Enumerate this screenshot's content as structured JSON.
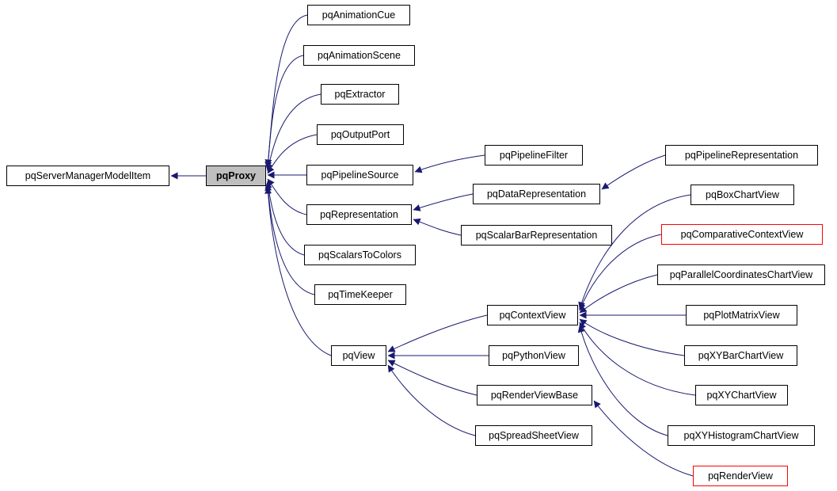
{
  "diagram": {
    "type": "inheritance-graph",
    "highlighted_node": "pqProxy",
    "colors": {
      "edge": "#191970",
      "node_border": "#000000",
      "node_fill": "#ffffff",
      "highlight_fill": "#bfbfbf",
      "alert_border": "#ff0000"
    }
  },
  "nodes": {
    "server_manager_model_item": "pqServerManagerModelItem",
    "proxy": "pqProxy",
    "animation_cue": "pqAnimationCue",
    "animation_scene": "pqAnimationScene",
    "extractor": "pqExtractor",
    "output_port": "pqOutputPort",
    "pipeline_source": "pqPipelineSource",
    "representation": "pqRepresentation",
    "scalars_to_colors": "pqScalarsToColors",
    "time_keeper": "pqTimeKeeper",
    "view": "pqView",
    "pipeline_filter": "pqPipelineFilter",
    "data_representation": "pqDataRepresentation",
    "scalar_bar_representation": "pqScalarBarRepresentation",
    "pipeline_representation": "pqPipelineRepresentation",
    "context_view": "pqContextView",
    "python_view": "pqPythonView",
    "render_view_base": "pqRenderViewBase",
    "spread_sheet_view": "pqSpreadSheetView",
    "box_chart_view": "pqBoxChartView",
    "comparative_context_view": "pqComparativeContextView",
    "parallel_coordinates_chart_view": "pqParallelCoordinatesChartView",
    "plot_matrix_view": "pqPlotMatrixView",
    "xy_bar_chart_view": "pqXYBarChartView",
    "xy_chart_view": "pqXYChartView",
    "xy_histogram_chart_view": "pqXYHistogramChartView",
    "render_view": "pqRenderView"
  },
  "edges": [
    {
      "from": "pqProxy",
      "to": "pqServerManagerModelItem"
    },
    {
      "from": "pqAnimationCue",
      "to": "pqProxy"
    },
    {
      "from": "pqAnimationScene",
      "to": "pqProxy"
    },
    {
      "from": "pqExtractor",
      "to": "pqProxy"
    },
    {
      "from": "pqOutputPort",
      "to": "pqProxy"
    },
    {
      "from": "pqPipelineSource",
      "to": "pqProxy"
    },
    {
      "from": "pqRepresentation",
      "to": "pqProxy"
    },
    {
      "from": "pqScalarsToColors",
      "to": "pqProxy"
    },
    {
      "from": "pqTimeKeeper",
      "to": "pqProxy"
    },
    {
      "from": "pqView",
      "to": "pqProxy"
    },
    {
      "from": "pqPipelineFilter",
      "to": "pqPipelineSource"
    },
    {
      "from": "pqDataRepresentation",
      "to": "pqRepresentation"
    },
    {
      "from": "pqScalarBarRepresentation",
      "to": "pqRepresentation"
    },
    {
      "from": "pqPipelineRepresentation",
      "to": "pqDataRepresentation"
    },
    {
      "from": "pqContextView",
      "to": "pqView"
    },
    {
      "from": "pqPythonView",
      "to": "pqView"
    },
    {
      "from": "pqRenderViewBase",
      "to": "pqView"
    },
    {
      "from": "pqSpreadSheetView",
      "to": "pqView"
    },
    {
      "from": "pqBoxChartView",
      "to": "pqContextView"
    },
    {
      "from": "pqComparativeContextView",
      "to": "pqContextView"
    },
    {
      "from": "pqParallelCoordinatesChartView",
      "to": "pqContextView"
    },
    {
      "from": "pqPlotMatrixView",
      "to": "pqContextView"
    },
    {
      "from": "pqXYBarChartView",
      "to": "pqContextView"
    },
    {
      "from": "pqXYChartView",
      "to": "pqContextView"
    },
    {
      "from": "pqXYHistogramChartView",
      "to": "pqContextView"
    },
    {
      "from": "pqRenderView",
      "to": "pqRenderViewBase"
    }
  ]
}
